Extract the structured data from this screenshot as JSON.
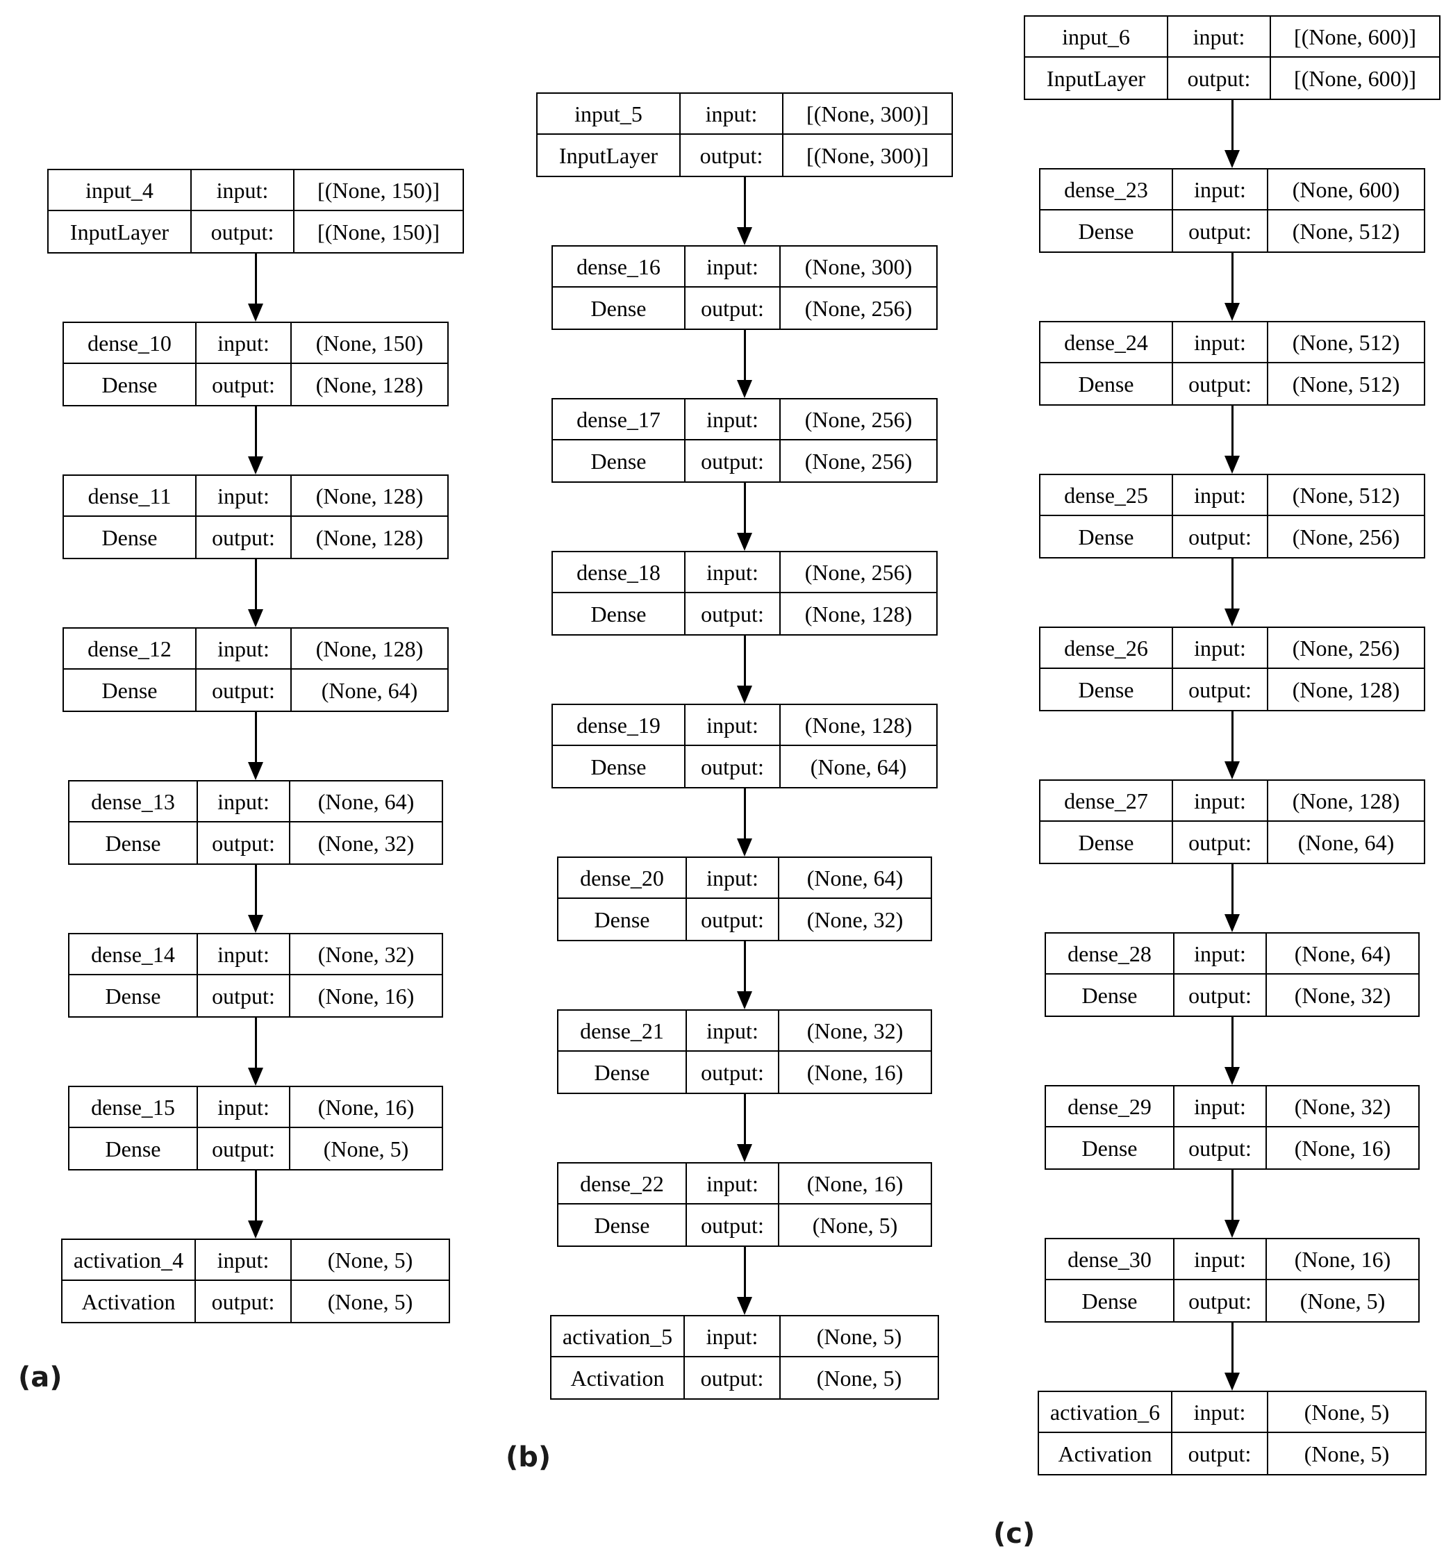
{
  "panels": [
    {
      "label": "(a)",
      "layers": [
        {
          "name": "input_4",
          "type": "InputLayer",
          "input": "[(None, 150)]",
          "output": "[(None, 150)]"
        },
        {
          "name": "dense_10",
          "type": "Dense",
          "input": "(None, 150)",
          "output": "(None, 128)"
        },
        {
          "name": "dense_11",
          "type": "Dense",
          "input": "(None, 128)",
          "output": "(None, 128)"
        },
        {
          "name": "dense_12",
          "type": "Dense",
          "input": "(None, 128)",
          "output": "(None, 64)"
        },
        {
          "name": "dense_13",
          "type": "Dense",
          "input": "(None, 64)",
          "output": "(None, 32)"
        },
        {
          "name": "dense_14",
          "type": "Dense",
          "input": "(None, 32)",
          "output": "(None, 16)"
        },
        {
          "name": "dense_15",
          "type": "Dense",
          "input": "(None, 16)",
          "output": "(None, 5)"
        },
        {
          "name": "activation_4",
          "type": "Activation",
          "input": "(None, 5)",
          "output": "(None, 5)"
        }
      ]
    },
    {
      "label": "(b)",
      "layers": [
        {
          "name": "input_5",
          "type": "InputLayer",
          "input": "[(None, 300)]",
          "output": "[(None, 300)]"
        },
        {
          "name": "dense_16",
          "type": "Dense",
          "input": "(None, 300)",
          "output": "(None, 256)"
        },
        {
          "name": "dense_17",
          "type": "Dense",
          "input": "(None, 256)",
          "output": "(None, 256)"
        },
        {
          "name": "dense_18",
          "type": "Dense",
          "input": "(None, 256)",
          "output": "(None, 128)"
        },
        {
          "name": "dense_19",
          "type": "Dense",
          "input": "(None, 128)",
          "output": "(None, 64)"
        },
        {
          "name": "dense_20",
          "type": "Dense",
          "input": "(None, 64)",
          "output": "(None, 32)"
        },
        {
          "name": "dense_21",
          "type": "Dense",
          "input": "(None, 32)",
          "output": "(None, 16)"
        },
        {
          "name": "dense_22",
          "type": "Dense",
          "input": "(None, 16)",
          "output": "(None, 5)"
        },
        {
          "name": "activation_5",
          "type": "Activation",
          "input": "(None, 5)",
          "output": "(None, 5)"
        }
      ]
    },
    {
      "label": "(c)",
      "layers": [
        {
          "name": "input_6",
          "type": "InputLayer",
          "input": "[(None, 600)]",
          "output": "[(None, 600)]"
        },
        {
          "name": "dense_23",
          "type": "Dense",
          "input": "(None, 600)",
          "output": "(None, 512)"
        },
        {
          "name": "dense_24",
          "type": "Dense",
          "input": "(None, 512)",
          "output": "(None, 512)"
        },
        {
          "name": "dense_25",
          "type": "Dense",
          "input": "(None, 512)",
          "output": "(None, 256)"
        },
        {
          "name": "dense_26",
          "type": "Dense",
          "input": "(None, 256)",
          "output": "(None, 128)"
        },
        {
          "name": "dense_27",
          "type": "Dense",
          "input": "(None, 128)",
          "output": "(None, 64)"
        },
        {
          "name": "dense_28",
          "type": "Dense",
          "input": "(None, 64)",
          "output": "(None, 32)"
        },
        {
          "name": "dense_29",
          "type": "Dense",
          "input": "(None, 32)",
          "output": "(None, 16)"
        },
        {
          "name": "dense_30",
          "type": "Dense",
          "input": "(None, 16)",
          "output": "(None, 5)"
        },
        {
          "name": "activation_6",
          "type": "Activation",
          "input": "(None, 5)",
          "output": "(None, 5)"
        }
      ]
    }
  ],
  "row_labels": {
    "input": "input:",
    "output": "output:"
  }
}
